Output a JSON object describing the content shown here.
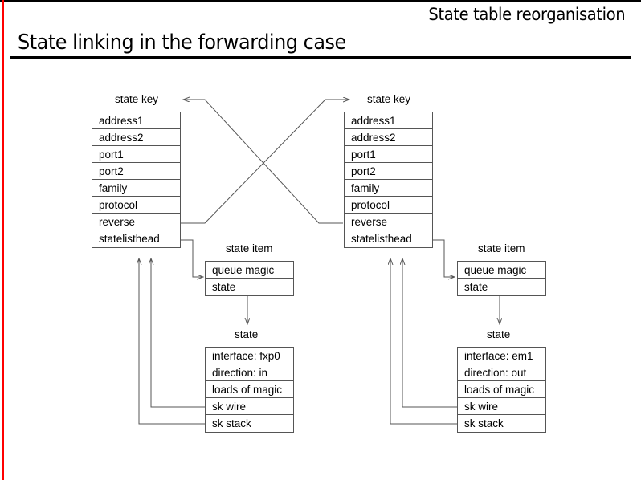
{
  "slide": {
    "kicker": "State table reorganisation",
    "title": "State linking in the forwarding case",
    "accent_left_border": "#ff0000",
    "rule_color": "#000000",
    "box_border_color": "#555555",
    "background": "#ffffff"
  },
  "diagram": {
    "left_state_key": {
      "caption": "state key",
      "fields": [
        "address1",
        "address2",
        "port1",
        "port2",
        "family",
        "protocol",
        "reverse",
        "statelisthead"
      ]
    },
    "right_state_key": {
      "caption": "state key",
      "fields": [
        "address1",
        "address2",
        "port1",
        "port2",
        "family",
        "protocol",
        "reverse",
        "statelisthead"
      ]
    },
    "left_state_item": {
      "caption": "state item",
      "fields": [
        "queue magic",
        "state"
      ]
    },
    "right_state_item": {
      "caption": "state item",
      "fields": [
        "queue magic",
        "state"
      ]
    },
    "left_state": {
      "caption": "state",
      "fields": [
        "interface: fxp0",
        "direction: in",
        "loads of magic",
        "sk wire",
        "sk stack"
      ]
    },
    "right_state": {
      "caption": "state",
      "fields": [
        "interface: em1",
        "direction: out",
        "loads of magic",
        "sk wire",
        "sk stack"
      ]
    }
  }
}
